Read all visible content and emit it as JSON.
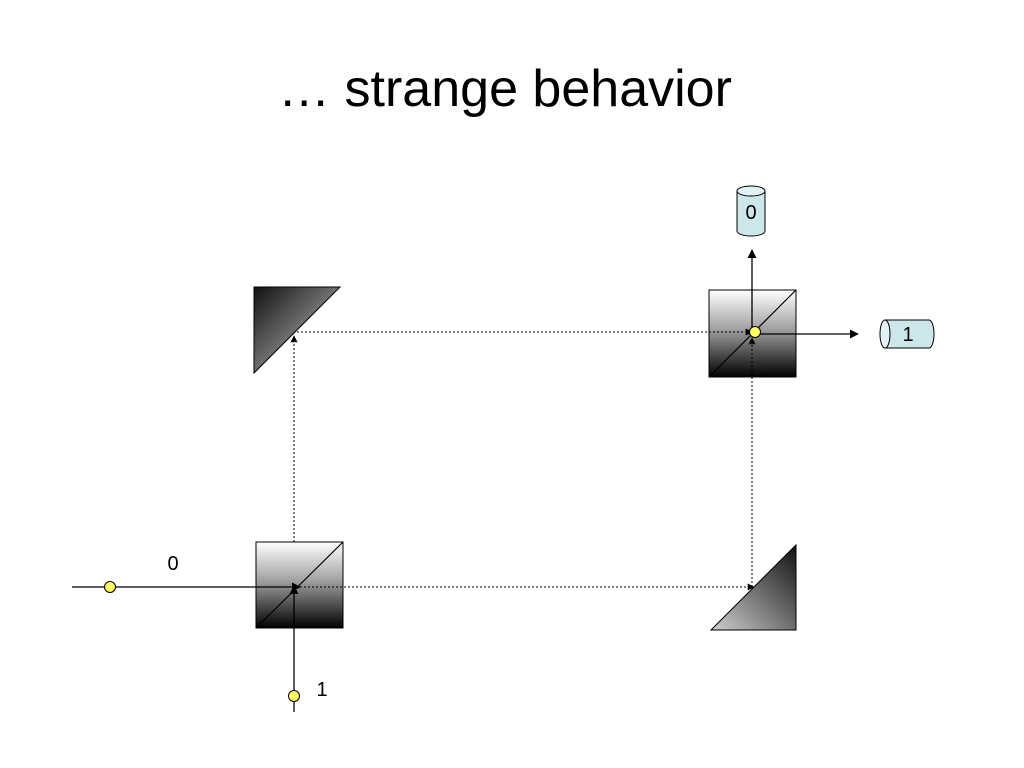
{
  "title": "… strange behavior",
  "inputs": {
    "horizontal_label": "0",
    "vertical_label": "1"
  },
  "detectors": {
    "top_label": "0",
    "right_label": "1"
  },
  "colors": {
    "photon": "#ffff66",
    "detector": "#cce6ea",
    "beam": "#000000"
  },
  "icons": {
    "photon": "photon-dot-icon",
    "detector": "detector-cylinder-icon",
    "beam_splitter": "beam-splitter-icon",
    "mirror": "mirror-icon"
  }
}
